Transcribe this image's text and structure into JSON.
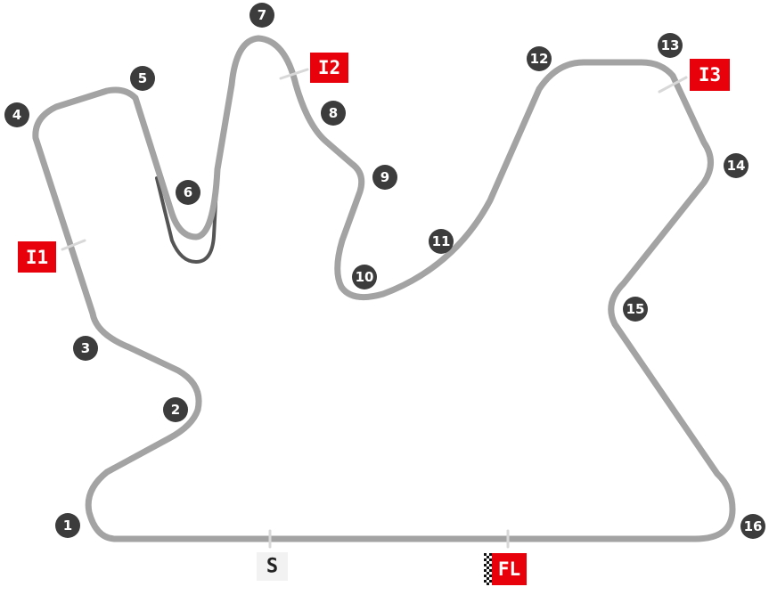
{
  "turns": [
    "1",
    "2",
    "3",
    "4",
    "5",
    "6",
    "7",
    "8",
    "9",
    "10",
    "11",
    "12",
    "13",
    "14",
    "15",
    "16"
  ],
  "intermediates": [
    "I1",
    "I2",
    "I3"
  ],
  "start_label": "S",
  "finish_label": "FL",
  "colors": {
    "track": "#a3a3a3",
    "pit_lane": "#555555",
    "turn_marker": "#3c3c3c",
    "intermediate_marker": "#e8000b",
    "start_marker_bg": "#f2f2f2"
  }
}
